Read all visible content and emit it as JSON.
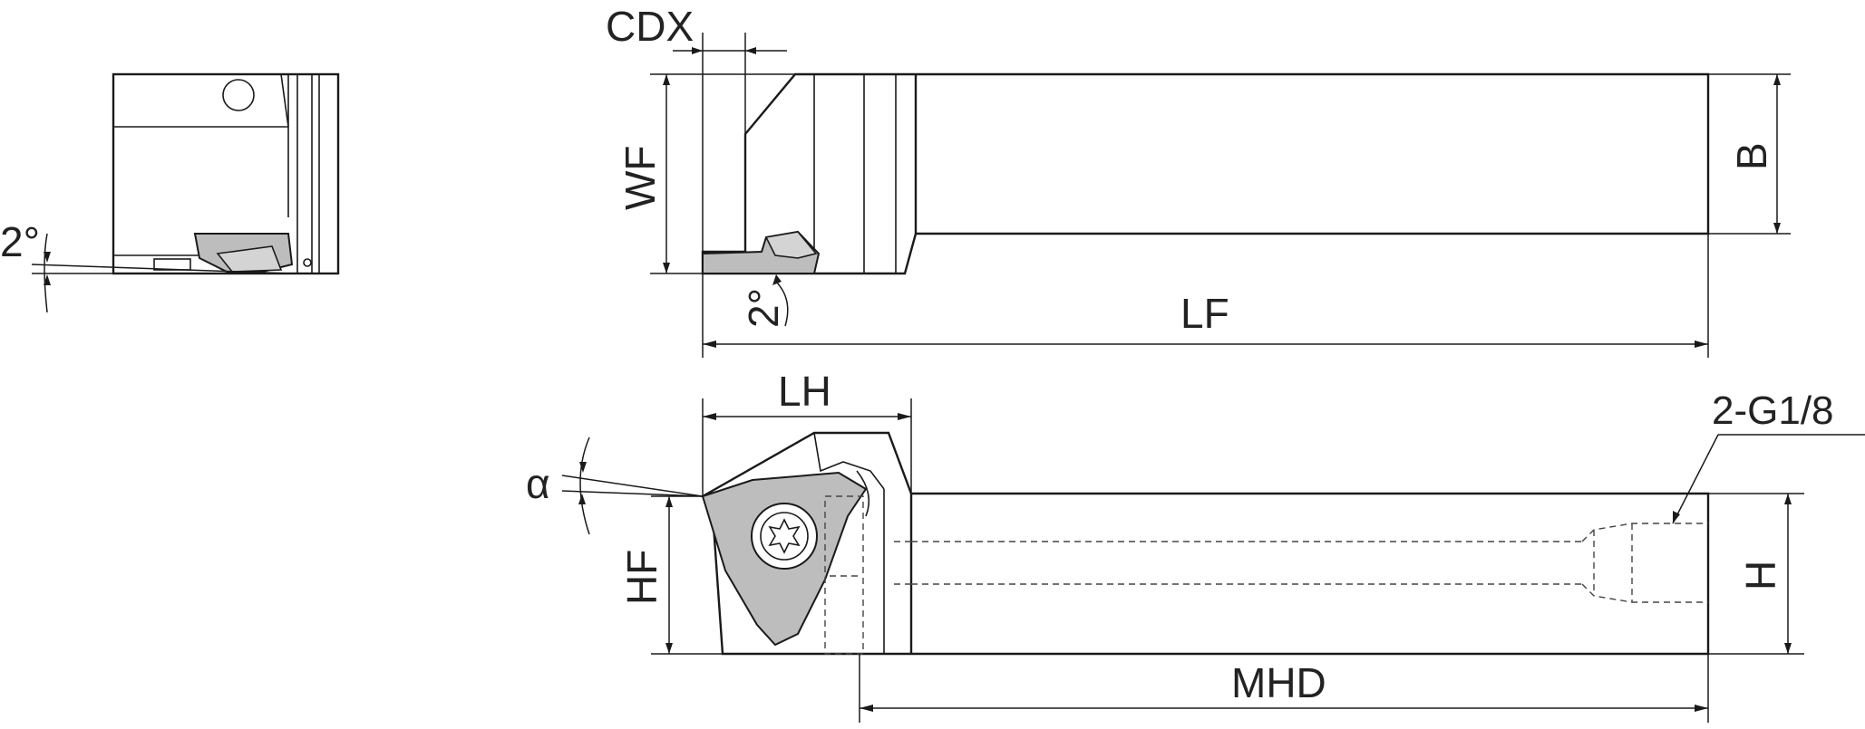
{
  "diagram": {
    "labels": {
      "cdx": "CDX",
      "wf": "WF",
      "b": "B",
      "lf": "LF",
      "angle_side": "2°",
      "angle_top": "2°",
      "lh": "LH",
      "alpha": "α",
      "hf": "HF",
      "h": "H",
      "mhd": "MHD",
      "coolant_port": "2-G1/8"
    }
  }
}
